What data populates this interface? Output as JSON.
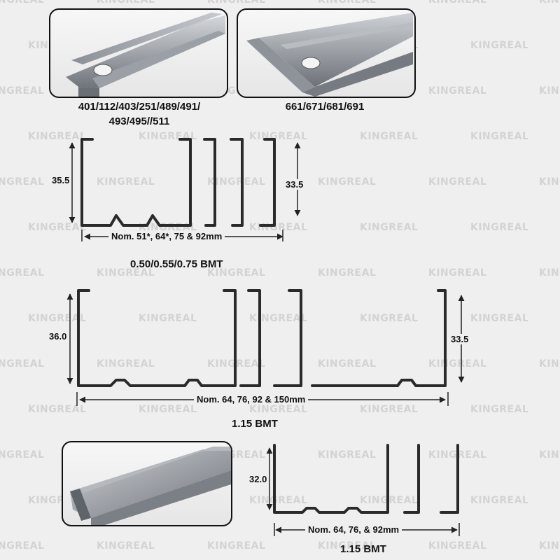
{
  "watermark": "KINGREAL",
  "photos": {
    "top_left_caption_line1": "401/112/403/251/489/491/",
    "top_left_caption_line2": "493/495//511",
    "top_right_caption": "661/671/681/691"
  },
  "profile_1": {
    "left_height": "35.5",
    "right_height": "33.5",
    "nominal": "Nom. 51*, 64*, 75 & 92mm",
    "bmt": "0.50/0.55/0.75 BMT"
  },
  "profile_2": {
    "left_height": "36.0",
    "right_height": "33.5",
    "nominal": "Nom. 64, 76, 92 & 150mm",
    "bmt": "1.15 BMT"
  },
  "profile_3": {
    "left_height": "32.0",
    "nominal": "Nom. 64, 76, & 92mm",
    "bmt": "1.15 BMT"
  },
  "colors": {
    "line": "#2a2a2a",
    "frame": "#111111",
    "steel_light": "#c9ccd0",
    "steel_dark": "#7c8087"
  }
}
